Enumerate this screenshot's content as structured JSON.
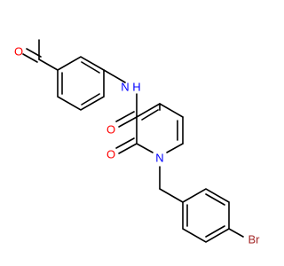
{
  "colors": {
    "oxygen": "#ff0000",
    "nitrogen": "#0000ff",
    "bromine": "#a52a2a",
    "carbon_bond": "#000000"
  },
  "atoms": {
    "acetyl_oxygen": "O",
    "amide_nitrogen": "N",
    "amide_hydrogen": "H",
    "amide_oxygen": "O",
    "ring_nitrogen": "N",
    "ring_oxygen": "O",
    "bromine": "Br"
  }
}
